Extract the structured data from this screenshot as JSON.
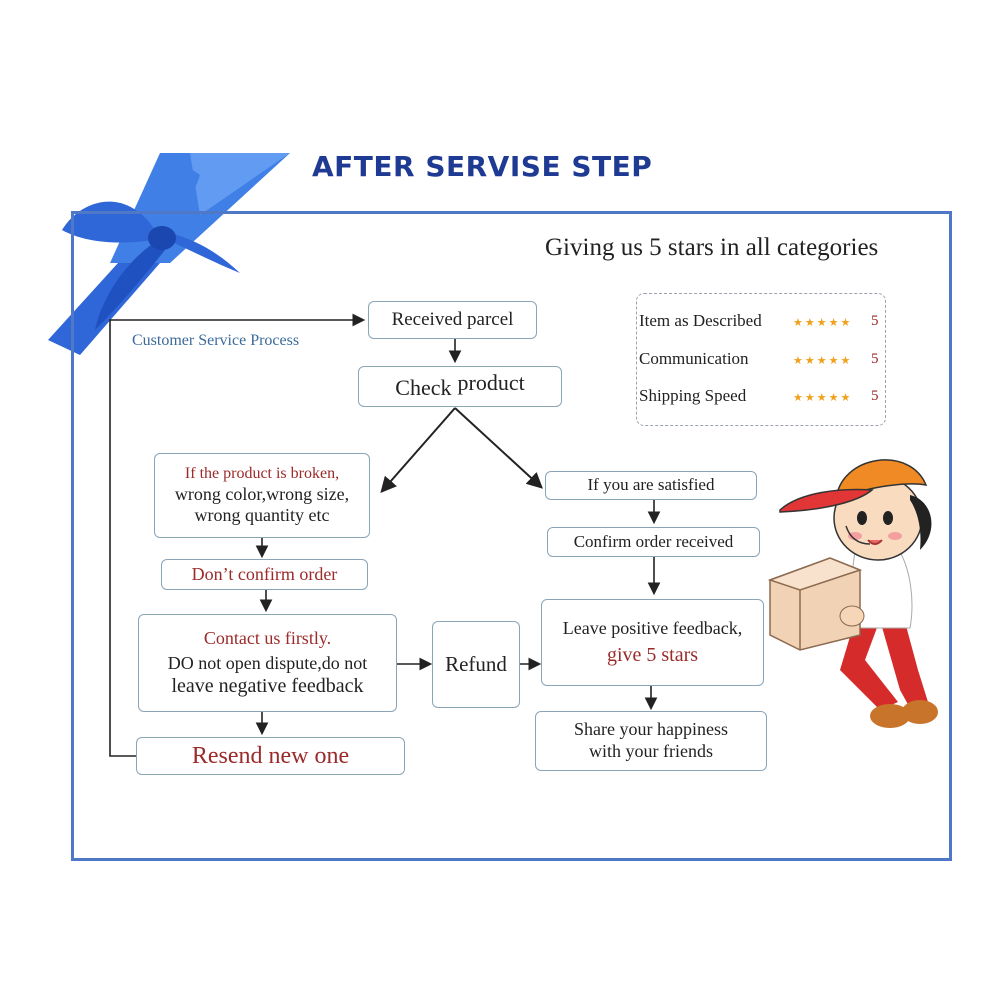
{
  "header": {
    "title": "AFTER SERVISE STEP"
  },
  "subtitle": "Giving us 5 stars in all categories",
  "process_label": "Customer Service Process",
  "flow": {
    "received": "Received parcel",
    "check_a": "Check",
    "check_b": "product",
    "broken_line1": "If the product is broken,",
    "broken_line2": "wrong color,wrong size,",
    "broken_line3": "wrong quantity etc",
    "dont_confirm": "Don’t confirm order",
    "contact_line1": "Contact us firstly.",
    "contact_line2": "DO not open dispute,do not",
    "contact_line3": "leave negative feedback",
    "resend": "Resend new one",
    "refund": "Refund",
    "satisfied": "If you are satisfied",
    "confirm_received": "Confirm order received",
    "leave_line1": "Leave positive feedback,",
    "leave_line2": "give 5 stars",
    "share_line1": "Share your happiness",
    "share_line2": "with your friends"
  },
  "ratings": [
    {
      "label": "Item as Described",
      "stars": "★★★★★",
      "score": "5"
    },
    {
      "label": "Communication",
      "stars": "★★★★★",
      "score": "5"
    },
    {
      "label": "Shipping Speed",
      "stars": "★★★★★",
      "score": "5"
    }
  ],
  "colors": {
    "frame": "#4f79c6",
    "title": "#1f3a93",
    "ribbon": "#2f66d8",
    "accent_red": "#9b2a2a",
    "star": "#f0a01a"
  },
  "icons": {
    "ribbon": "ribbon-bow-icon",
    "mascot": "delivery-boy-mascot-icon"
  }
}
